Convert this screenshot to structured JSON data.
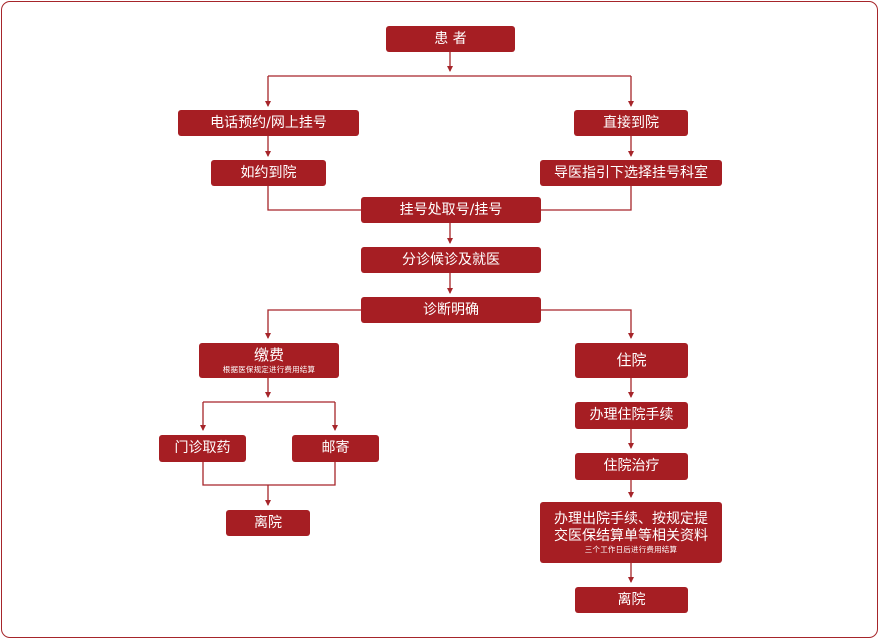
{
  "nodes": {
    "patient": "患 者",
    "phone_booking": "电话预约/网上挂号",
    "direct_visit": "直接到院",
    "arrive_on_time": "如约到院",
    "guide_select_dept": "导医指引下选择挂号科室",
    "registration": "挂号处取号/挂号",
    "triage": "分诊候诊及就医",
    "diagnosis": "诊断明确",
    "payment": "缴费",
    "payment_note": "根据医保规定进行费用结算",
    "hospitalization": "住院",
    "pharmacy": "门诊取药",
    "mail": "邮寄",
    "admission": "办理住院手续",
    "treatment": "住院治疗",
    "discharge_line1": "办理出院手续、按规定提",
    "discharge_line2": "交医保结算单等相关资料",
    "discharge_note": "三个工作日后进行费用结算",
    "leave_left": "离院",
    "leave_right": "离院"
  },
  "colors": {
    "accent": "#a61e23",
    "line": "#a6252a"
  }
}
